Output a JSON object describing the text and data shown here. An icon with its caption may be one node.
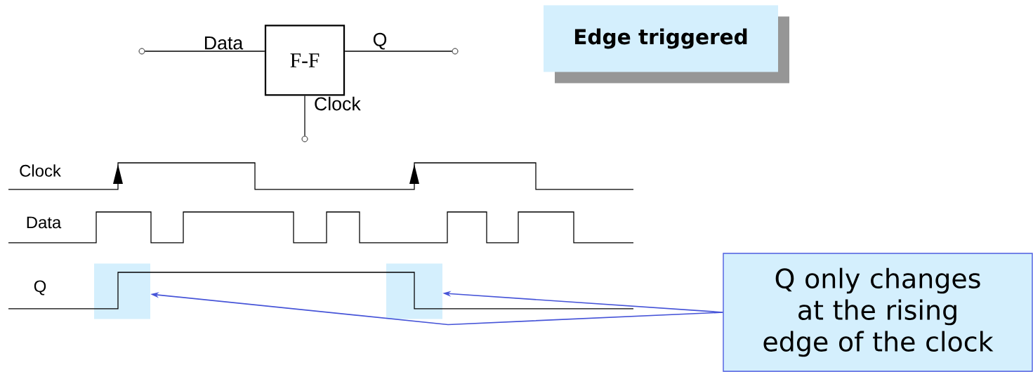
{
  "diagram": {
    "nodes": [
      {
        "text": [
          "F-F"
        ]
      },
      {
        "text": [],
        "shape": "circle"
      },
      {
        "text": [],
        "shape": "circle"
      },
      {
        "text": [],
        "shape": "circle"
      },
      {
        "text": [
          "Edge triggered"
        ]
      },
      {
        "text": [
          "Q only changes at the rising edge of the clock"
        ]
      },
      {
        "text": [],
        "shape": "box"
      },
      {
        "text": [],
        "shape": "box"
      }
    ],
    "edges": [
      {
        "from": 1,
        "to": 0,
        "arrow": "none",
        "label": "Data"
      },
      {
        "from": 0,
        "to": 2,
        "arrow": "none",
        "label": "Q"
      },
      {
        "from": 0,
        "to": 3,
        "arrow": "none",
        "label": "Clock"
      },
      {
        "from": 5,
        "to": 6,
        "arrow": "to",
        "color": "#4654d8"
      },
      {
        "from": 5,
        "to": 7,
        "arrow": "to",
        "color": "#4654d8"
      }
    ],
    "labels": [
      "Clock",
      "Data",
      "Q"
    ]
  }
}
